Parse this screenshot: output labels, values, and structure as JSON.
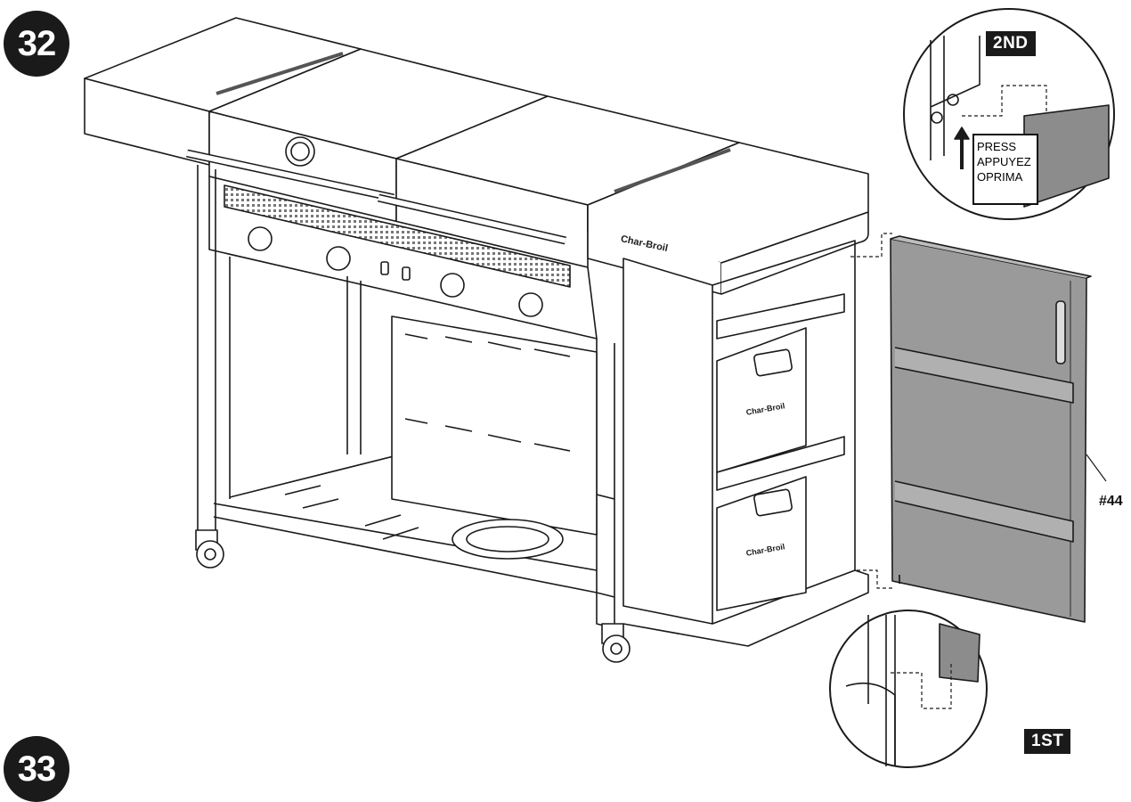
{
  "steps": {
    "current": "32",
    "next": "33"
  },
  "callouts": {
    "top": {
      "order": "2ND",
      "press_lines": [
        "PRESS",
        "APPUYEZ",
        "OPRIMA"
      ]
    },
    "bottom": {
      "order": "1ST"
    }
  },
  "parts": {
    "door": "#44"
  },
  "branding": {
    "logo_text": "Char-Broil"
  },
  "colors": {
    "line": "#1a1a1a",
    "door_fill": "#9a9a9a",
    "badge": "#1a1a1a"
  }
}
